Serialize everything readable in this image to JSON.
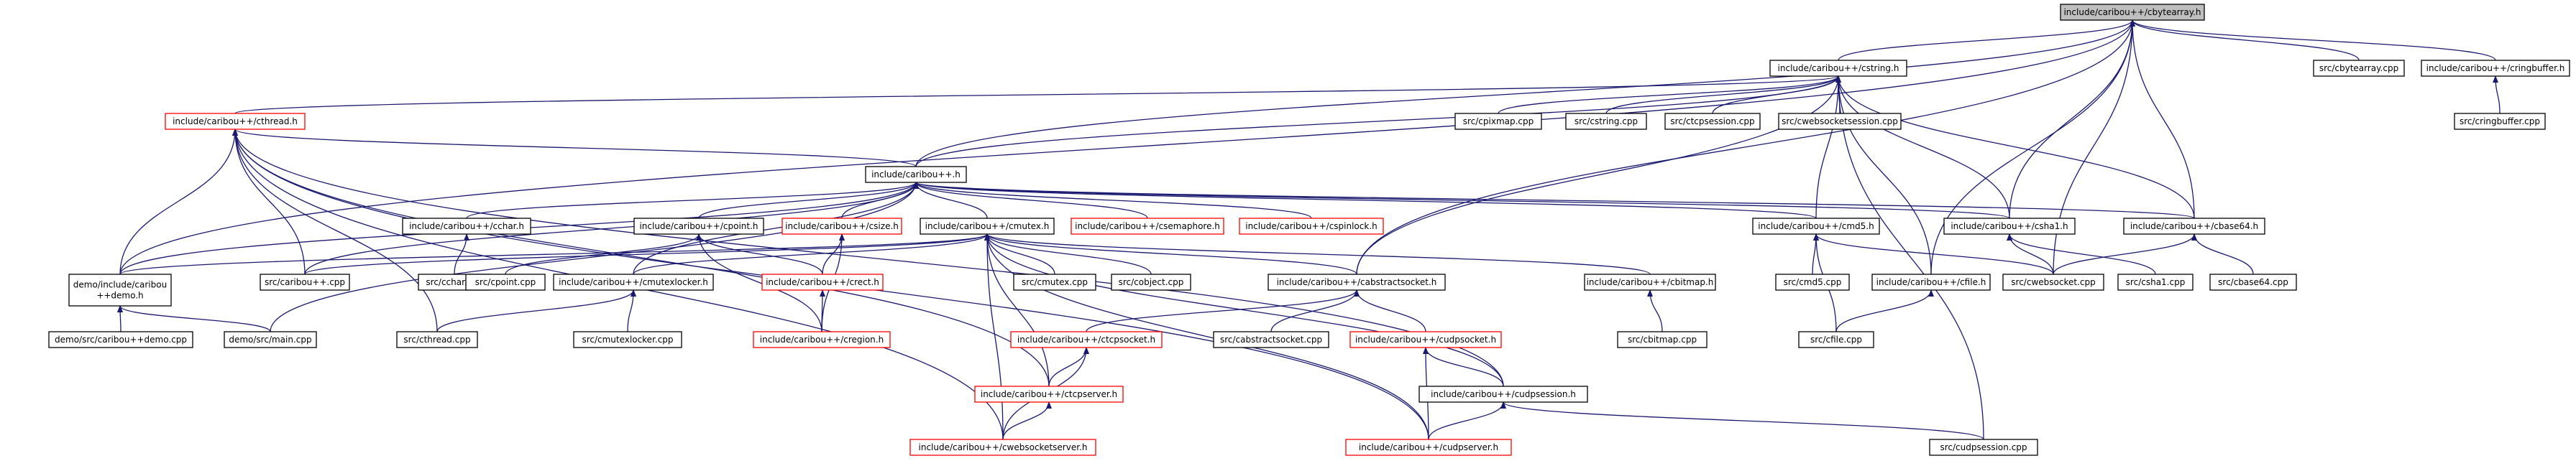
{
  "colors": {
    "edge": "#191970",
    "border_normal": "#000000",
    "border_incomplete": "#ff0000",
    "root_fill": "#bfbfbf",
    "fill": "#ffffff"
  },
  "nodes": [
    {
      "id": "cbytearray_h",
      "label": "include/caribou++/cbytearray.h",
      "style": "root"
    },
    {
      "id": "cstring_h",
      "label": "include/caribou++/cstring.h",
      "style": "normal"
    },
    {
      "id": "cbytearray_cpp",
      "label": "src/cbytearray.cpp",
      "style": "normal"
    },
    {
      "id": "cringbuffer_h",
      "label": "include/caribou++/cringbuffer.h",
      "style": "normal"
    },
    {
      "id": "cringbuffer_cpp",
      "label": "src/cringbuffer.cpp",
      "style": "normal"
    },
    {
      "id": "cthread_h",
      "label": "include/caribou++/cthread.h",
      "style": "incomplete"
    },
    {
      "id": "cpixmap_cpp",
      "label": "src/cpixmap.cpp",
      "style": "normal"
    },
    {
      "id": "cstring_cpp",
      "label": "src/cstring.cpp",
      "style": "normal"
    },
    {
      "id": "ctcpsession_cpp",
      "label": "src/ctcpsession.cpp",
      "style": "normal"
    },
    {
      "id": "cwebsocketsession_cpp",
      "label": "src/cwebsocketsession.cpp",
      "style": "normal"
    },
    {
      "id": "caribou_h",
      "label": "include/caribou++.h",
      "style": "normal"
    },
    {
      "id": "cchar_h",
      "label": "include/caribou++/cchar.h",
      "style": "normal"
    },
    {
      "id": "cpoint_h",
      "label": "include/caribou++/cpoint.h",
      "style": "normal"
    },
    {
      "id": "csize_h",
      "label": "include/caribou++/csize.h",
      "style": "incomplete"
    },
    {
      "id": "cmutex_h",
      "label": "include/caribou++/cmutex.h",
      "style": "normal"
    },
    {
      "id": "csemaphore_h",
      "label": "include/caribou++/csemaphore.h",
      "style": "incomplete"
    },
    {
      "id": "cspinlock_h",
      "label": "include/caribou++/cspinlock.h",
      "style": "incomplete"
    },
    {
      "id": "cmd5_h",
      "label": "include/caribou++/cmd5.h",
      "style": "normal"
    },
    {
      "id": "csha1_h",
      "label": "include/caribou++/csha1.h",
      "style": "normal"
    },
    {
      "id": "cbase64_h",
      "label": "include/caribou++/cbase64.h",
      "style": "normal"
    },
    {
      "id": "demo_h",
      "label": [
        "demo/include/caribou",
        "++demo.h"
      ],
      "style": "normal"
    },
    {
      "id": "caribou_cpp",
      "label": "src/caribou++.cpp",
      "style": "normal"
    },
    {
      "id": "cchar_cpp",
      "label": "src/cchar.cpp",
      "style": "normal"
    },
    {
      "id": "cpoint_cpp",
      "label": "src/cpoint.cpp",
      "style": "normal"
    },
    {
      "id": "cmutexlocker_h",
      "label": "include/caribou++/cmutexlocker.h",
      "style": "normal"
    },
    {
      "id": "crect_h",
      "label": "include/caribou++/crect.h",
      "style": "incomplete"
    },
    {
      "id": "cmutex_cpp",
      "label": "src/cmutex.cpp",
      "style": "normal"
    },
    {
      "id": "cobject_cpp",
      "label": "src/cobject.cpp",
      "style": "normal"
    },
    {
      "id": "cabstractsocket_h",
      "label": "include/caribou++/cabstractsocket.h",
      "style": "normal"
    },
    {
      "id": "cbitmap_h",
      "label": "include/caribou++/cbitmap.h",
      "style": "normal"
    },
    {
      "id": "cmd5_cpp",
      "label": "src/cmd5.cpp",
      "style": "normal"
    },
    {
      "id": "cfile_h",
      "label": "include/caribou++/cfile.h",
      "style": "normal"
    },
    {
      "id": "cwebsocket_cpp",
      "label": "src/cwebsocket.cpp",
      "style": "normal"
    },
    {
      "id": "csha1_cpp",
      "label": "src/csha1.cpp",
      "style": "normal"
    },
    {
      "id": "cbase64_cpp",
      "label": "src/cbase64.cpp",
      "style": "normal"
    },
    {
      "id": "demo_cpp",
      "label": "demo/src/caribou++demo.cpp",
      "style": "normal"
    },
    {
      "id": "main_cpp",
      "label": "demo/src/main.cpp",
      "style": "normal"
    },
    {
      "id": "cthread_cpp",
      "label": "src/cthread.cpp",
      "style": "normal"
    },
    {
      "id": "cmutexlocker_cpp",
      "label": "src/cmutexlocker.cpp",
      "style": "normal"
    },
    {
      "id": "cregion_h",
      "label": "include/caribou++/cregion.h",
      "style": "incomplete"
    },
    {
      "id": "ctcpsocket_h",
      "label": "include/caribou++/ctcpsocket.h",
      "style": "incomplete"
    },
    {
      "id": "cabstractsocket_cpp",
      "label": "src/cabstractsocket.cpp",
      "style": "normal"
    },
    {
      "id": "cudpsocket_h",
      "label": "include/caribou++/cudpsocket.h",
      "style": "incomplete"
    },
    {
      "id": "cbitmap_cpp",
      "label": "src/cbitmap.cpp",
      "style": "normal"
    },
    {
      "id": "cfile_cpp",
      "label": "src/cfile.cpp",
      "style": "normal"
    },
    {
      "id": "ctcpserver_h",
      "label": "include/caribou++/ctcpserver.h",
      "style": "incomplete"
    },
    {
      "id": "cudpsession_h",
      "label": "include/caribou++/cudpsession.h",
      "style": "normal"
    },
    {
      "id": "cwebsocketserver_h",
      "label": "include/caribou++/cwebsocketserver.h",
      "style": "incomplete"
    },
    {
      "id": "cudpserver_h",
      "label": "include/caribou++/cudpserver.h",
      "style": "incomplete"
    },
    {
      "id": "cudpsession_cpp",
      "label": "src/cudpsession.cpp",
      "style": "normal"
    }
  ],
  "edges": [
    [
      "cbytearray_h",
      "cstring_h"
    ],
    [
      "cbytearray_h",
      "cbytearray_cpp"
    ],
    [
      "cbytearray_h",
      "cringbuffer_h"
    ],
    [
      "cbytearray_h",
      "caribou_h"
    ],
    [
      "cbytearray_h",
      "demo_h"
    ],
    [
      "cbytearray_h",
      "cabstractsocket_h"
    ],
    [
      "cbytearray_h",
      "csha1_h"
    ],
    [
      "cbytearray_h",
      "cbase64_h"
    ],
    [
      "cbytearray_h",
      "cfile_h"
    ],
    [
      "cbytearray_h",
      "cwebsocket_cpp"
    ],
    [
      "cringbuffer_h",
      "cringbuffer_cpp"
    ],
    [
      "cstring_h",
      "cthread_h"
    ],
    [
      "cstring_h",
      "cpixmap_cpp"
    ],
    [
      "cstring_h",
      "cstring_cpp"
    ],
    [
      "cstring_h",
      "ctcpsession_cpp"
    ],
    [
      "cstring_h",
      "cwebsocketsession_cpp"
    ],
    [
      "cstring_h",
      "caribou_h"
    ],
    [
      "cstring_h",
      "cmd5_h"
    ],
    [
      "cstring_h",
      "csha1_h"
    ],
    [
      "cstring_h",
      "cbase64_h"
    ],
    [
      "cstring_h",
      "cabstractsocket_h"
    ],
    [
      "cstring_h",
      "cfile_h"
    ],
    [
      "cstring_h",
      "cudpsession_cpp"
    ],
    [
      "cthread_h",
      "caribou_h"
    ],
    [
      "cthread_h",
      "demo_h"
    ],
    [
      "cthread_h",
      "caribou_cpp"
    ],
    [
      "cthread_h",
      "cthread_cpp"
    ],
    [
      "cthread_h",
      "ctcpserver_h"
    ],
    [
      "cthread_h",
      "cwebsocketserver_h"
    ],
    [
      "cthread_h",
      "cudpsession_h"
    ],
    [
      "cthread_h",
      "cudpserver_h"
    ],
    [
      "caribou_h",
      "cchar_h"
    ],
    [
      "caribou_h",
      "cpoint_h"
    ],
    [
      "caribou_h",
      "csize_h"
    ],
    [
      "caribou_h",
      "cmutex_h"
    ],
    [
      "caribou_h",
      "csemaphore_h"
    ],
    [
      "caribou_h",
      "cspinlock_h"
    ],
    [
      "caribou_h",
      "cmd5_h"
    ],
    [
      "caribou_h",
      "csha1_h"
    ],
    [
      "caribou_h",
      "cbase64_h"
    ],
    [
      "caribou_h",
      "demo_h"
    ],
    [
      "caribou_h",
      "caribou_cpp"
    ],
    [
      "caribou_h",
      "main_cpp"
    ],
    [
      "caribou_h",
      "cmutexlocker_h"
    ],
    [
      "cchar_h",
      "cchar_cpp"
    ],
    [
      "cpoint_h",
      "cpoint_cpp"
    ],
    [
      "cpoint_h",
      "crect_h"
    ],
    [
      "cpoint_h",
      "cregion_h"
    ],
    [
      "csize_h",
      "crect_h"
    ],
    [
      "csize_h",
      "cregion_h"
    ],
    [
      "crect_h",
      "cregion_h"
    ],
    [
      "cmutex_h",
      "cmutexlocker_h"
    ],
    [
      "cmutex_h",
      "cmutex_cpp"
    ],
    [
      "cmutex_h",
      "cobject_cpp"
    ],
    [
      "cmutex_h",
      "cabstractsocket_h"
    ],
    [
      "cmutex_h",
      "cbitmap_h"
    ],
    [
      "cmutex_h",
      "caribou_cpp"
    ],
    [
      "cmutex_h",
      "demo_h"
    ],
    [
      "cmutex_h",
      "ctcpserver_h"
    ],
    [
      "cmutex_h",
      "cwebsocketserver_h"
    ],
    [
      "cmutex_h",
      "cudpsession_h"
    ],
    [
      "cmutex_h",
      "cudpserver_h"
    ],
    [
      "cmutexlocker_h",
      "cmutexlocker_cpp"
    ],
    [
      "cmutexlocker_h",
      "cthread_cpp"
    ],
    [
      "cmd5_h",
      "cmd5_cpp"
    ],
    [
      "cmd5_h",
      "cwebsocket_cpp"
    ],
    [
      "cmd5_h",
      "cfile_cpp"
    ],
    [
      "csha1_h",
      "csha1_cpp"
    ],
    [
      "csha1_h",
      "cwebsocket_cpp"
    ],
    [
      "cbase64_h",
      "cbase64_cpp"
    ],
    [
      "cbase64_h",
      "cwebsocket_cpp"
    ],
    [
      "demo_h",
      "demo_cpp"
    ],
    [
      "demo_h",
      "main_cpp"
    ],
    [
      "cabstractsocket_h",
      "ctcpsocket_h"
    ],
    [
      "cabstractsocket_h",
      "cabstractsocket_cpp"
    ],
    [
      "cabstractsocket_h",
      "cudpsocket_h"
    ],
    [
      "ctcpsocket_h",
      "ctcpserver_h"
    ],
    [
      "ctcpsocket_h",
      "cwebsocketserver_h"
    ],
    [
      "ctcpserver_h",
      "cwebsocketserver_h"
    ],
    [
      "cudpsocket_h",
      "cudpsession_h"
    ],
    [
      "cudpsocket_h",
      "cudpserver_h"
    ],
    [
      "cudpsession_h",
      "cudpserver_h"
    ],
    [
      "cudpsession_h",
      "cudpsession_cpp"
    ],
    [
      "cbitmap_h",
      "cbitmap_cpp"
    ],
    [
      "cfile_h",
      "cfile_cpp"
    ]
  ]
}
